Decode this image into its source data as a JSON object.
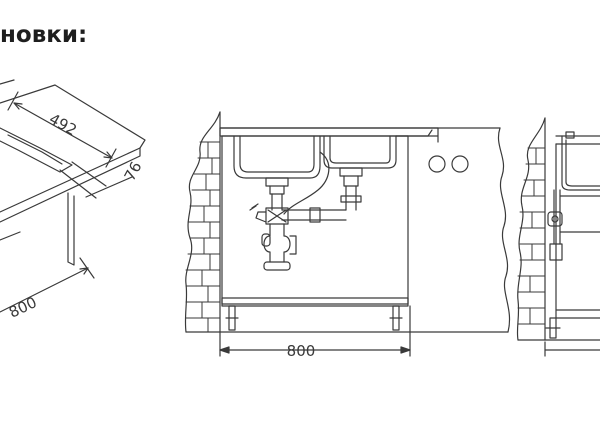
{
  "heading": "новки:",
  "iso_view": {
    "dims": {
      "depth": "492",
      "thickness": "76",
      "width": "800"
    }
  },
  "front_view": {
    "dims": {
      "width": "800"
    }
  },
  "colors": {
    "line": "#3a3a3a",
    "text": "#1e1e1e",
    "background": "#ffffff"
  }
}
